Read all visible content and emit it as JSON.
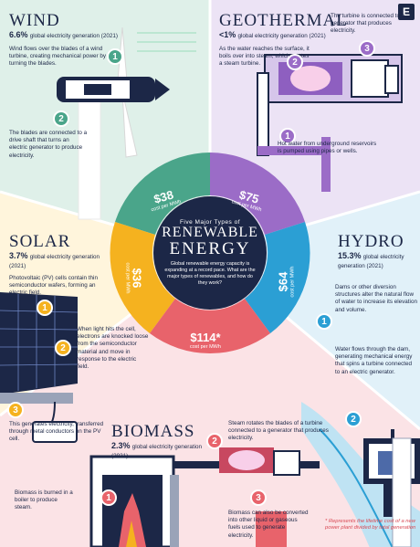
{
  "logo": "E",
  "center": {
    "subtitle": "Five Major Types of",
    "title_line1": "RENEWABLE",
    "title_line2": "ENERGY",
    "blurb": "Global renewable energy capacity is expanding at a record pace. What are the major types of renewables, and how do they work?"
  },
  "cost_unit": "cost per MWh",
  "wind": {
    "title": "WIND",
    "share": "6.6%",
    "share_label": "global electricity generation (2021)",
    "step1": "Wind flows over the blades of a wind turbine, creating mechanical power by turning the blades.",
    "step2": "The blades are connected to a drive shaft that turns an electric generator to produce electricity.",
    "cost": "$38"
  },
  "geothermal": {
    "title": "GEOTHERMAL",
    "share": "<1%",
    "share_label": "global electricity generation (2021)",
    "step1": "Hot water from underground reservoirs is pumped using pipes or wells.",
    "step2": "As the water reaches the surface, it boils over into steam, which rotates a steam turbine.",
    "step3": "The turbine is connected to a generator that produces electricity.",
    "cost": "$75"
  },
  "solar": {
    "title": "SOLAR",
    "share": "3.7%",
    "share_label": "global electricity generation (2021)",
    "intro": "Photovoltaic (PV) cells contain thin semiconductor wafers, forming an electric field.",
    "step2": "When light hits the cell, electrons are knocked loose from the semiconductor material and move in response to the electric field.",
    "step3": "This generates electricity, transferred through metal conductors on the PV cell.",
    "cost": "$36"
  },
  "hydro": {
    "title": "HYDRO",
    "share": "15.3%",
    "share_label": "global electricity generation (2021)",
    "step1": "Dams or other diversion structures alter the natural flow of water to increase its elevation and volume.",
    "step2": "Water flows through the dam, generating mechanical energy that spins a turbine connected to an electric generator.",
    "cost": "$64"
  },
  "biomass": {
    "title": "BIOMASS",
    "share": "2.3%",
    "share_label": "global electricity generation (2021)",
    "step1": "Biomass is burned in a boiler to produce steam.",
    "step2": "Steam rotates the blades of a turbine connected to a generator that produces electricity.",
    "step3": "Biomass can also be converted into other liquid or gaseous fuels used to generate electricity.",
    "cost": "$114*"
  },
  "footnote": "* Represents the lifetime cost of a new power plant divided by total generation",
  "colors": {
    "wind": "#4aa58a",
    "geothermal": "#9b6cc7",
    "solar": "#f5b21f",
    "hydro": "#2b9fd4",
    "biomass": "#e8636b",
    "navy": "#1c2747"
  }
}
